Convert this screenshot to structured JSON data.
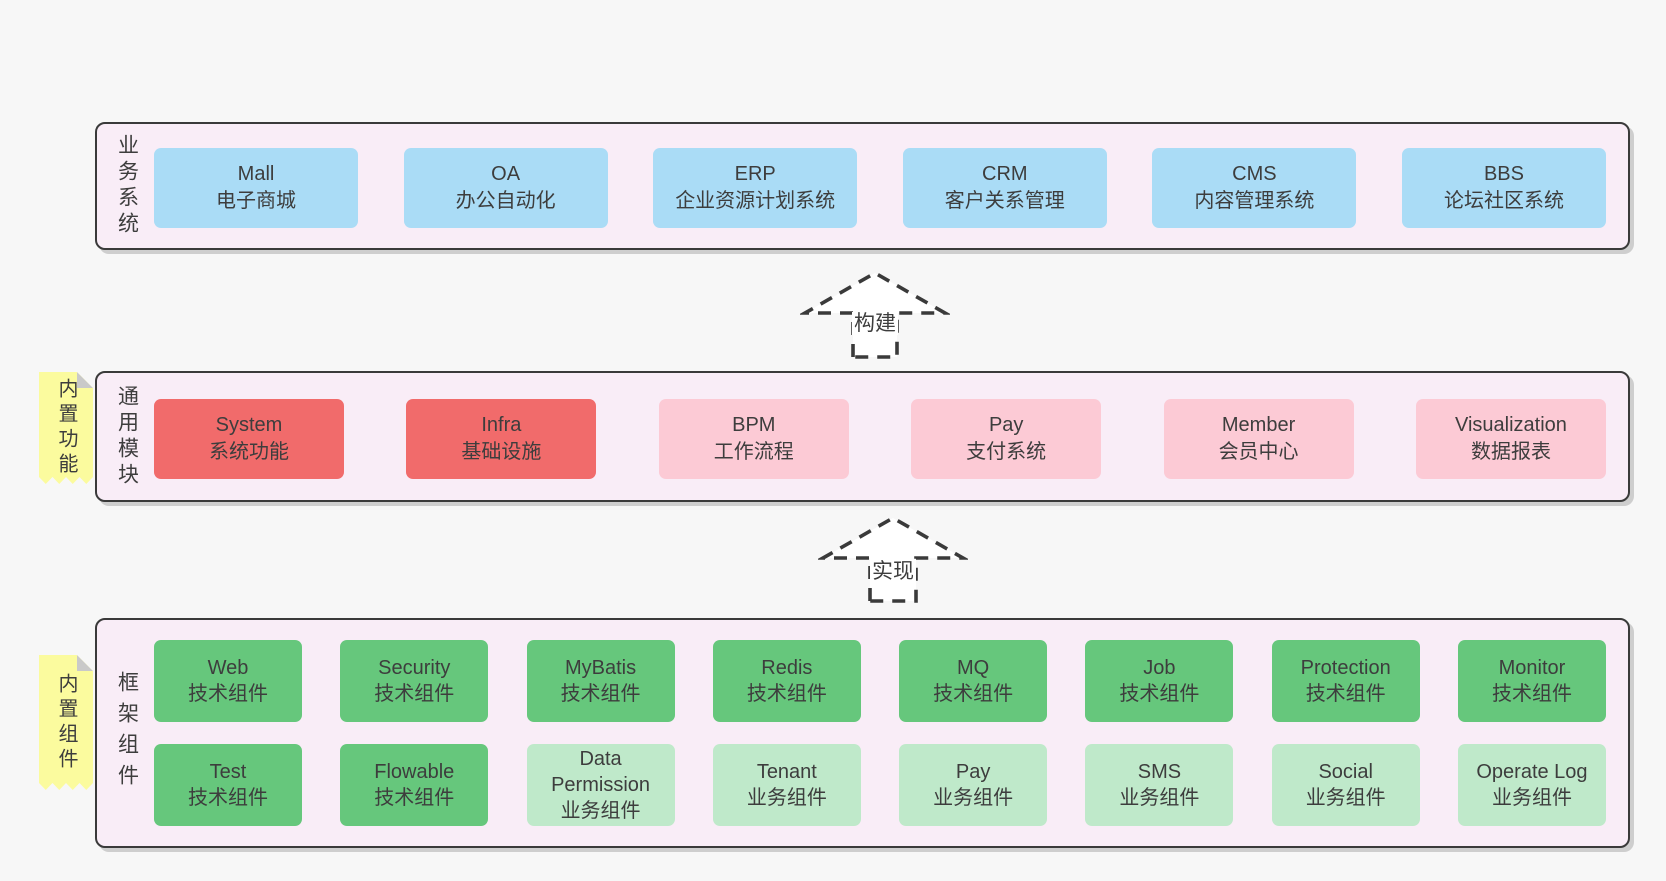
{
  "colors": {
    "page_bg": "#f7f7f7",
    "container_bg": "#f9edf7",
    "container_border": "#3a3a3a",
    "blue": "#aadcf6",
    "red": "#f16b6b",
    "pink": "#fccad5",
    "green": "#66c77c",
    "light_green": "#bfe9ca",
    "note_bg": "#fbfb9e",
    "note_fold": "#c9c9c9",
    "text": "#3d3d3d"
  },
  "sections": [
    {
      "name": "business-systems",
      "side_label": "业务系统",
      "rows": [
        [
          {
            "title": "Mall",
            "subtitle": "电子商城",
            "color": "blue"
          },
          {
            "title": "OA",
            "subtitle": "办公自动化",
            "color": "blue"
          },
          {
            "title": "ERP",
            "subtitle": "企业资源计划系统",
            "color": "blue"
          },
          {
            "title": "CRM",
            "subtitle": "客户关系管理",
            "color": "blue"
          },
          {
            "title": "CMS",
            "subtitle": "内容管理系统",
            "color": "blue"
          },
          {
            "title": "BBS",
            "subtitle": "论坛社区系统",
            "color": "blue"
          }
        ]
      ]
    },
    {
      "name": "common-modules",
      "side_label": "通用模块",
      "note": "内置功能",
      "rows": [
        [
          {
            "title": "System",
            "subtitle": "系统功能",
            "color": "red"
          },
          {
            "title": "Infra",
            "subtitle": "基础设施",
            "color": "red"
          },
          {
            "title": "BPM",
            "subtitle": "工作流程",
            "color": "pink"
          },
          {
            "title": "Pay",
            "subtitle": "支付系统",
            "color": "pink"
          },
          {
            "title": "Member",
            "subtitle": "会员中心",
            "color": "pink"
          },
          {
            "title": "Visualization",
            "subtitle": "数据报表",
            "color": "pink"
          }
        ]
      ]
    },
    {
      "name": "framework-components",
      "side_label": "框架组件",
      "note": "内置组件",
      "rows": [
        [
          {
            "title": "Web",
            "subtitle": "技术组件",
            "color": "green"
          },
          {
            "title": "Security",
            "subtitle": "技术组件",
            "color": "green"
          },
          {
            "title": "MyBatis",
            "subtitle": "技术组件",
            "color": "green"
          },
          {
            "title": "Redis",
            "subtitle": "技术组件",
            "color": "green"
          },
          {
            "title": "MQ",
            "subtitle": "技术组件",
            "color": "green"
          },
          {
            "title": "Job",
            "subtitle": "技术组件",
            "color": "green"
          },
          {
            "title": "Protection",
            "subtitle": "技术组件",
            "color": "green"
          },
          {
            "title": "Monitor",
            "subtitle": "技术组件",
            "color": "green"
          }
        ],
        [
          {
            "title": "Test",
            "subtitle": "技术组件",
            "color": "green"
          },
          {
            "title": "Flowable",
            "subtitle": "技术组件",
            "color": "green"
          },
          {
            "title": "Data Permission",
            "subtitle": "业务组件",
            "color": "light_green"
          },
          {
            "title": "Tenant",
            "subtitle": "业务组件",
            "color": "light_green"
          },
          {
            "title": "Pay",
            "subtitle": "业务组件",
            "color": "light_green"
          },
          {
            "title": "SMS",
            "subtitle": "业务组件",
            "color": "light_green"
          },
          {
            "title": "Social",
            "subtitle": "业务组件",
            "color": "light_green"
          },
          {
            "title": "Operate Log",
            "subtitle": "业务组件",
            "color": "light_green"
          }
        ]
      ]
    }
  ],
  "arrows": [
    {
      "label": "构建"
    },
    {
      "label": "实现"
    }
  ]
}
